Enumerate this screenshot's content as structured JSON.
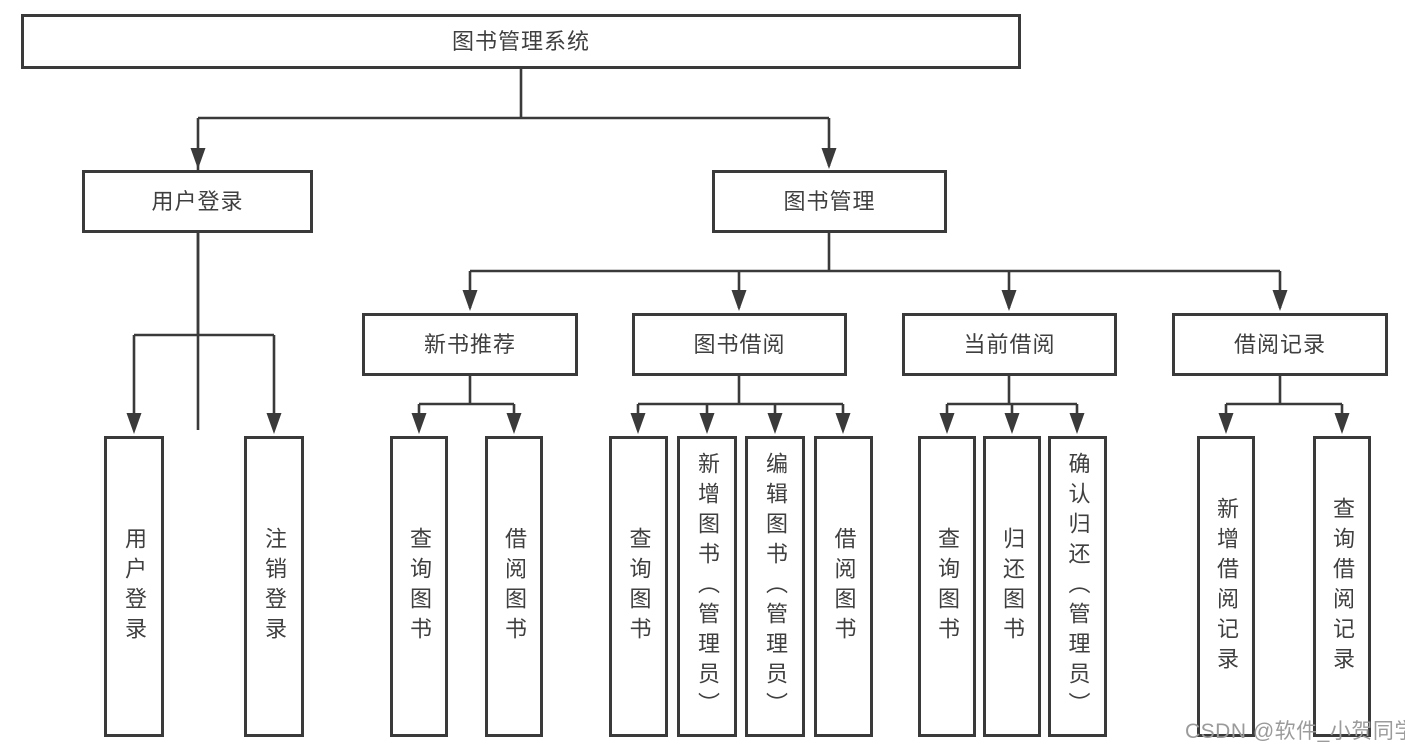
{
  "colors": {
    "line": "#3a3a3a",
    "box_border": "#3a3a3a",
    "box_fill": "#ffffff",
    "text": "#3f3f3f",
    "watermark_text_color": "#9b9b9b",
    "background": "#ffffff"
  },
  "diagram": {
    "type": "hierarchy-diagram",
    "root": {
      "label": "图书管理系统"
    },
    "branches": [
      {
        "label": "用户登录",
        "children": [
          {
            "label": "用户登录"
          },
          {
            "label": "注销登录"
          }
        ]
      },
      {
        "label": "图书管理",
        "children": [
          {
            "label": "新书推荐",
            "children": [
              {
                "label": "查询图书"
              },
              {
                "label": "借阅图书"
              }
            ]
          },
          {
            "label": "图书借阅",
            "children": [
              {
                "label": "查询图书"
              },
              {
                "label": "新增图书（管理员）"
              },
              {
                "label": "编辑图书（管理员）"
              },
              {
                "label": "借阅图书"
              }
            ]
          },
          {
            "label": "当前借阅",
            "children": [
              {
                "label": "查询图书"
              },
              {
                "label": "归还图书"
              },
              {
                "label": "确认归还（管理员）"
              }
            ]
          },
          {
            "label": "借阅记录",
            "children": [
              {
                "label": "新增借阅记录"
              },
              {
                "label": "查询借阅记录"
              }
            ]
          }
        ]
      }
    ]
  },
  "watermark": {
    "text": "CSDN @软件_小贺同学"
  }
}
